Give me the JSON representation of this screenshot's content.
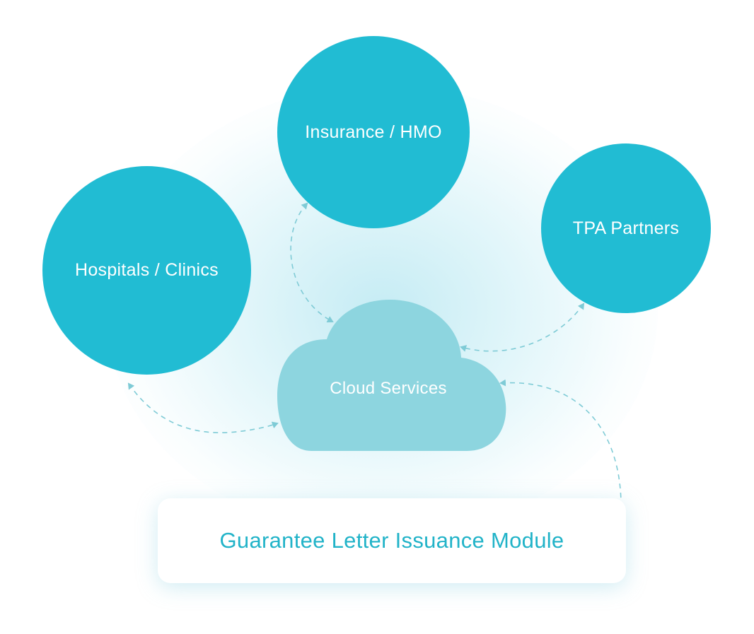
{
  "diagram": {
    "nodes": {
      "insurance": "Insurance / HMO",
      "hospitals": "Hospitals / Clinics",
      "tpa": "TPA Partners",
      "cloud": "Cloud Services"
    },
    "module": {
      "label": "Guarantee Letter Issuance Module"
    }
  },
  "colors": {
    "node_fill": "#21bcd3",
    "cloud_fill": "#8dd5df",
    "connector": "#7fcbd6",
    "module_text": "#21b3c8"
  }
}
